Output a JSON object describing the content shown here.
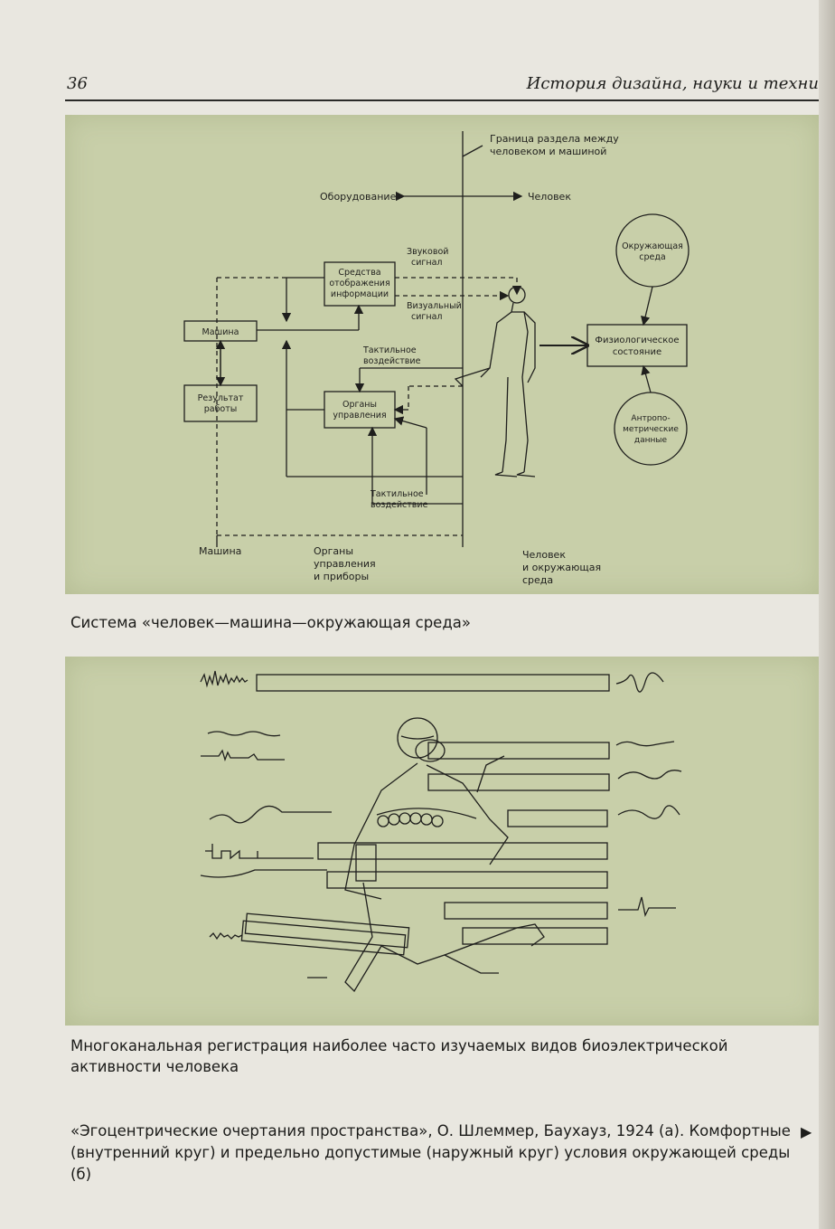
{
  "header": {
    "page_number": "36",
    "running_title": "История дизайна, науки и техни"
  },
  "figure1": {
    "labels": {
      "boundary": [
        "Граница раздела между",
        "человеком и машиной"
      ],
      "equipment": "Оборудование",
      "human": "Человек",
      "sound_signal": [
        "Звуковой",
        "сигнал"
      ],
      "visual_signal": [
        "Визуальный",
        "сигнал"
      ],
      "display_means": [
        "Средства",
        "отображения",
        "информации"
      ],
      "machine": "Машина",
      "work_result": [
        "Результат",
        "работы"
      ],
      "tactile_1": [
        "Тактильное",
        "воздействие"
      ],
      "controls": [
        "Органы",
        "управления"
      ],
      "tactile_2": [
        "Тактильное",
        "воздействие"
      ],
      "environment": [
        "Окружающая",
        "среда"
      ],
      "physio_state": [
        "Физиологическое",
        "состояние"
      ],
      "anthropometric": [
        "Антропо-",
        "метрические",
        "данные"
      ],
      "bottom_machine": "Машина",
      "bottom_controls": [
        "Органы",
        "управления",
        "и приборы"
      ],
      "bottom_human": [
        "Человек",
        "и окружающая",
        "среда"
      ]
    }
  },
  "captions": {
    "figure1": "Система «человек—машина—окружающая среда»",
    "figure2": "Многоканальная регистрация наиболее часто изучаемых видов биоэлектрической активности человека",
    "figure3": "«Эгоцентрические очертания пространства», О. Шлеммер, Баухауз, 1924 (а). Комфортные (внутренний круг) и предельно допустимые (наружный круг) условия окружающей среды (б)",
    "continue_arrow": "▶"
  },
  "colors": {
    "figure_background": "#c8cfa9",
    "page_background": "#e9e7e0"
  }
}
